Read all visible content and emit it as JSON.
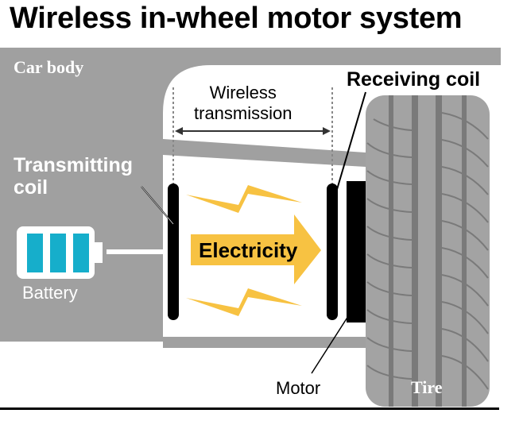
{
  "title": "Wireless in-wheel motor system",
  "labels": {
    "car_body": "Car body",
    "wireless_transmission_line1": "Wireless",
    "wireless_transmission_line2": "transmission",
    "receiving_coil": "Receiving coil",
    "transmitting_coil_line1": "Transmitting",
    "transmitting_coil_line2": "coil",
    "battery": "Battery",
    "electricity": "Electricity",
    "motor": "Motor",
    "tire": "Tire"
  },
  "colors": {
    "body_gray": "#a0a0a0",
    "tire_gray": "#a3a3a3",
    "tread_dark": "#7a7a7a",
    "electricity_yellow": "#f7c242",
    "battery_cell": "#16aecb",
    "coil_black": "#000000"
  },
  "battery": {
    "cells": 3
  }
}
